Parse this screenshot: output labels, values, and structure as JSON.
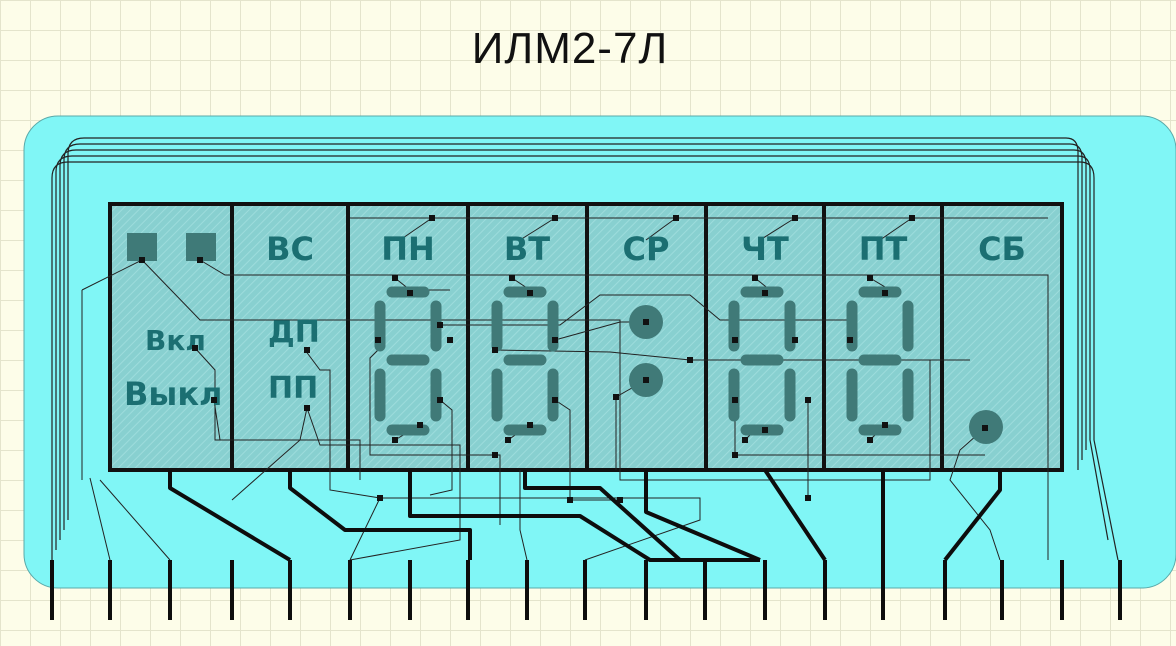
{
  "title": "ИЛМ2-7Л",
  "day_labels": [
    "ВС",
    "ПН",
    "ВТ",
    "СР",
    "ЧТ",
    "ПТ",
    "СБ"
  ],
  "mode_labels": {
    "on": "Вкл",
    "off": "Выкл",
    "dp": "ДП",
    "pp": "ПП"
  },
  "digit_count": 4,
  "colors": {
    "background": "#fdfde9",
    "grid": "#e4e4cc",
    "board": "#80f6f6",
    "panel": "#88d0d0",
    "segment": "#407a78",
    "label": "#1b6f72",
    "frame": "#111111"
  }
}
